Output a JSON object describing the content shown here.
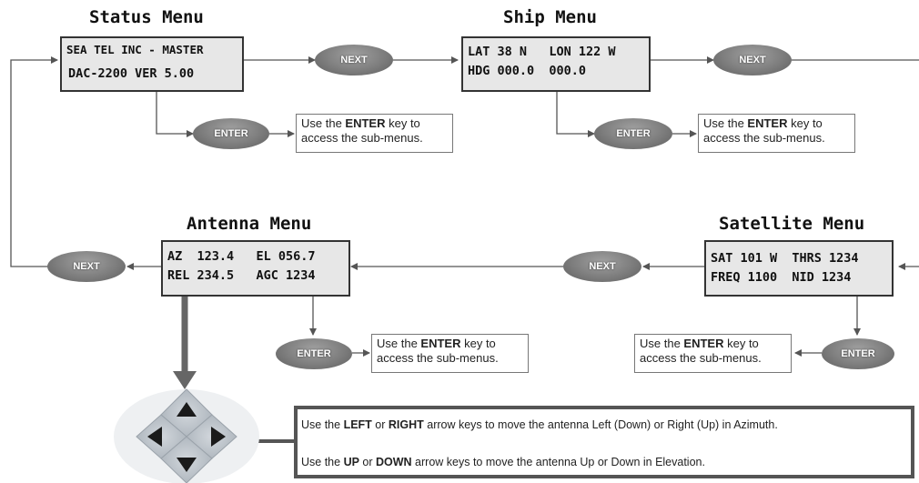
{
  "status_menu": {
    "title": "Status Menu",
    "line1": "SEA TEL INC - MASTER",
    "line2": "DAC-2200 VER 5.00"
  },
  "ship_menu": {
    "title": "Ship Menu",
    "line1": "LAT 38 N   LON 122 W",
    "line2": "HDG 000.0  000.0"
  },
  "antenna_menu": {
    "title": "Antenna Menu",
    "line1": "AZ  123.4   EL 056.7",
    "line2": "REL 234.5   AGC 1234"
  },
  "satellite_menu": {
    "title": "Satellite Menu",
    "line1": "SAT 101 W  THRS 1234",
    "line2": "FREQ 1100  NID 1234"
  },
  "buttons": {
    "next": "NEXT",
    "enter": "ENTER"
  },
  "note": {
    "pre": "Use the ",
    "key": "ENTER",
    "post": " key to access the sub-menus."
  },
  "arrow_info": {
    "line1_pre": "Use the ",
    "left": "LEFT",
    "or": " or ",
    "right": "RIGHT",
    "line1_post": " arrow keys to move the antenna Left (Down) or Right (Up) in Azimuth.",
    "line2_pre": "Use the ",
    "up": "UP",
    "down": "DOWN",
    "line2_post": " arrow keys to move the antenna Up or Down in Elevation."
  },
  "colors": {
    "line": "#555555",
    "box_fill": "#e7e7e7",
    "pill": "#7d7d7d",
    "keypad": "#b5bcc4"
  }
}
